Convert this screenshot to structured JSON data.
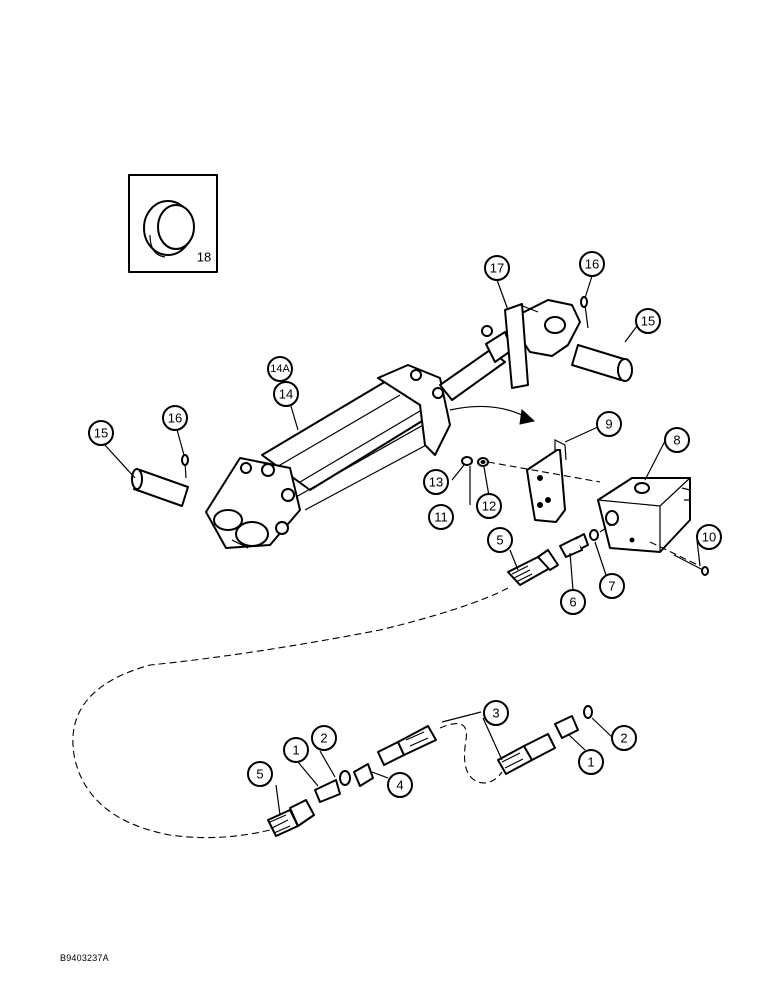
{
  "drawing": {
    "reference_code": "B9403237A",
    "inset_label": "18",
    "callouts": [
      {
        "id": "c-17",
        "text": "17"
      },
      {
        "id": "c-16a",
        "text": "16"
      },
      {
        "id": "c-15a",
        "text": "15"
      },
      {
        "id": "c-14a",
        "text": "14A"
      },
      {
        "id": "c-14",
        "text": "14"
      },
      {
        "id": "c-15b",
        "text": "15"
      },
      {
        "id": "c-16b",
        "text": "16"
      },
      {
        "id": "c-9",
        "text": "9"
      },
      {
        "id": "c-8",
        "text": "8"
      },
      {
        "id": "c-13",
        "text": "13"
      },
      {
        "id": "c-11",
        "text": "11"
      },
      {
        "id": "c-12",
        "text": "12"
      },
      {
        "id": "c-10",
        "text": "10"
      },
      {
        "id": "c-5a",
        "text": "5"
      },
      {
        "id": "c-6",
        "text": "6"
      },
      {
        "id": "c-7",
        "text": "7"
      },
      {
        "id": "c-3",
        "text": "3"
      },
      {
        "id": "c-2a",
        "text": "2"
      },
      {
        "id": "c-1a",
        "text": "1"
      },
      {
        "id": "c-1b",
        "text": "1"
      },
      {
        "id": "c-2b",
        "text": "2"
      },
      {
        "id": "c-4",
        "text": "4"
      },
      {
        "id": "c-5b",
        "text": "5"
      }
    ]
  }
}
